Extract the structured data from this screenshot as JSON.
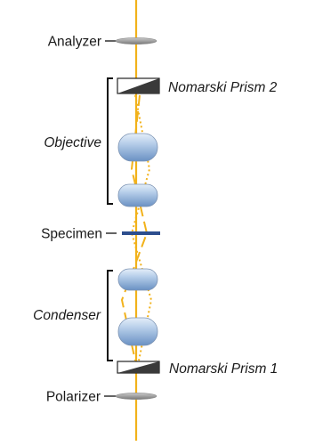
{
  "labels": {
    "analyzer": "Analyzer",
    "nomarski_prism_2": "Nomarski Prism 2",
    "objective": "Objective",
    "specimen": "Specimen",
    "condenser": "Condenser",
    "nomarski_prism_1": "Nomarski Prism 1",
    "polarizer": "Polarizer"
  },
  "colors": {
    "light_beam": "#F2B21B",
    "lens_fill_light": "#D7E6F6",
    "lens_fill_dark": "#6E95C6",
    "lens_stroke": "#7C93B3",
    "specimen": "#2D4E8E",
    "filter_disc": "#9B9B9B",
    "prism_dark": "#3A3A3A",
    "bracket": "#111111"
  }
}
